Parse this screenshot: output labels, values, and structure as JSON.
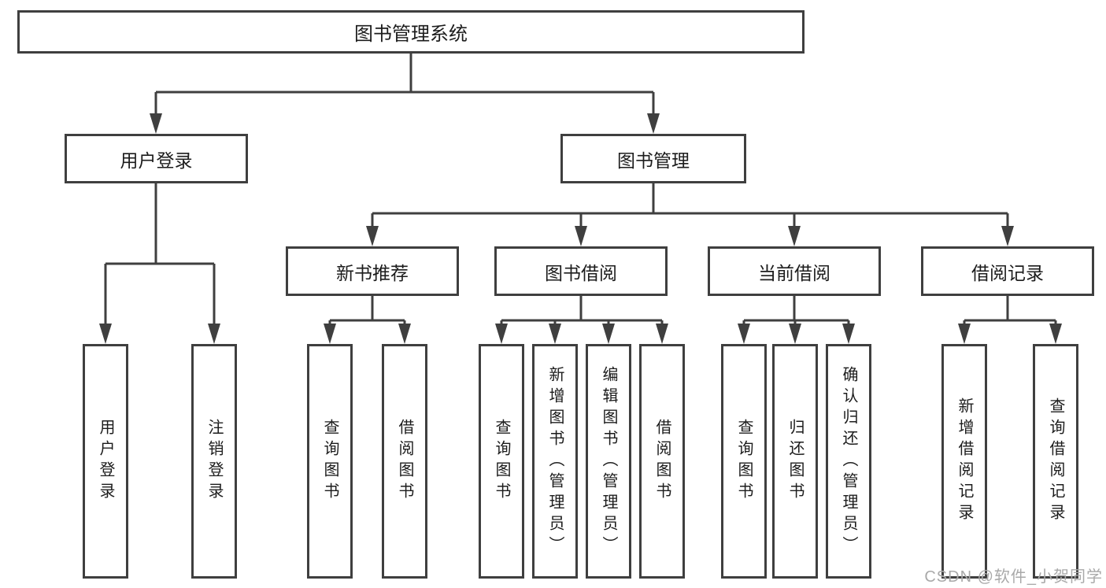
{
  "tree": {
    "root": {
      "label": "图书管理系统"
    },
    "branches": [
      {
        "label": "用户登录",
        "children": [
          {
            "label": "用户登录"
          },
          {
            "label": "注销登录"
          }
        ]
      },
      {
        "label": "图书管理",
        "children": [
          {
            "label": "新书推荐",
            "children": [
              {
                "label": "查询图书"
              },
              {
                "label": "借阅图书"
              }
            ]
          },
          {
            "label": "图书借阅",
            "children": [
              {
                "label": "查询图书"
              },
              {
                "label": "新增图书（管理员）"
              },
              {
                "label": "编辑图书（管理员）"
              },
              {
                "label": "借阅图书"
              }
            ]
          },
          {
            "label": "当前借阅",
            "children": [
              {
                "label": "查询图书"
              },
              {
                "label": "归还图书"
              },
              {
                "label": "确认归还（管理员）"
              }
            ]
          },
          {
            "label": "借阅记录",
            "children": [
              {
                "label": "新增借阅记录"
              },
              {
                "label": "查询借阅记录"
              }
            ]
          }
        ]
      }
    ]
  },
  "watermark": {
    "text": "CSDN @软件_小贺同学"
  },
  "colors": {
    "line": "#3f3f3f",
    "text": "#1c1c1c",
    "watermark": "#a9a9a9",
    "background": "#ffffff"
  }
}
